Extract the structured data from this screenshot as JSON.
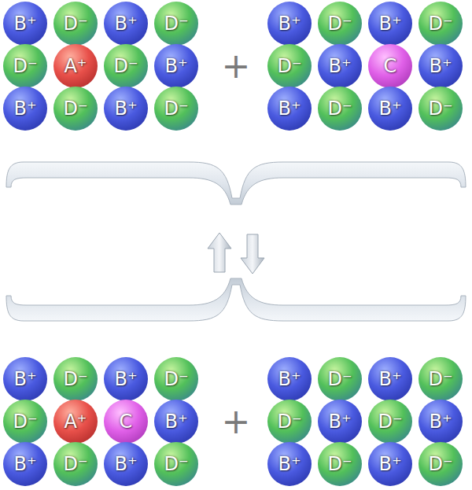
{
  "diagram": {
    "nodes": [
      {
        "text": [
          "B⁺"
        ]
      },
      {
        "text": [
          "D⁻"
        ]
      },
      {
        "text": [
          "B⁺"
        ]
      },
      {
        "text": [
          "D⁻"
        ]
      },
      {
        "text": [
          "D⁻"
        ]
      },
      {
        "text": [
          "A⁺"
        ]
      },
      {
        "text": [
          "D⁻"
        ]
      },
      {
        "text": [
          "B⁺"
        ]
      },
      {
        "text": [
          "B⁺"
        ]
      },
      {
        "text": [
          "D⁻"
        ]
      },
      {
        "text": [
          "B⁺"
        ]
      },
      {
        "text": [
          "D⁻"
        ]
      },
      {
        "text": [
          "B⁺"
        ]
      },
      {
        "text": [
          "D⁻"
        ]
      },
      {
        "text": [
          "B⁺"
        ]
      },
      {
        "text": [
          "D⁻"
        ]
      },
      {
        "text": [
          "D⁻"
        ]
      },
      {
        "text": [
          "B⁺"
        ]
      },
      {
        "text": [
          "C"
        ]
      },
      {
        "text": [
          "B⁺"
        ]
      },
      {
        "text": [
          "B⁺"
        ]
      },
      {
        "text": [
          "D⁻"
        ]
      },
      {
        "text": [
          "B⁺"
        ]
      },
      {
        "text": [
          "D⁻"
        ]
      },
      {
        "text": [
          "B⁺"
        ]
      },
      {
        "text": [
          "D⁻"
        ]
      },
      {
        "text": [
          "B⁺"
        ]
      },
      {
        "text": [
          "D⁻"
        ]
      },
      {
        "text": [
          "D⁻"
        ]
      },
      {
        "text": [
          "A⁺"
        ]
      },
      {
        "text": [
          "C"
        ]
      },
      {
        "text": [
          "B⁺"
        ]
      },
      {
        "text": [
          "B⁺"
        ]
      },
      {
        "text": [
          "D⁻"
        ]
      },
      {
        "text": [
          "B⁺"
        ]
      },
      {
        "text": [
          "D⁻"
        ]
      },
      {
        "text": [
          "B⁺"
        ]
      },
      {
        "text": [
          "D⁻"
        ]
      },
      {
        "text": [
          "B⁺"
        ]
      },
      {
        "text": [
          "D⁻"
        ]
      },
      {
        "text": [
          "D⁻"
        ]
      },
      {
        "text": [
          "B⁺"
        ]
      },
      {
        "text": [
          "D⁻"
        ]
      },
      {
        "text": [
          "B⁺"
        ]
      },
      {
        "text": [
          "B⁺"
        ]
      },
      {
        "text": [
          "D⁻"
        ]
      },
      {
        "text": [
          "B⁺"
        ]
      },
      {
        "text": [
          "D⁻"
        ]
      }
    ],
    "labels": [
      "+",
      "+"
    ]
  }
}
